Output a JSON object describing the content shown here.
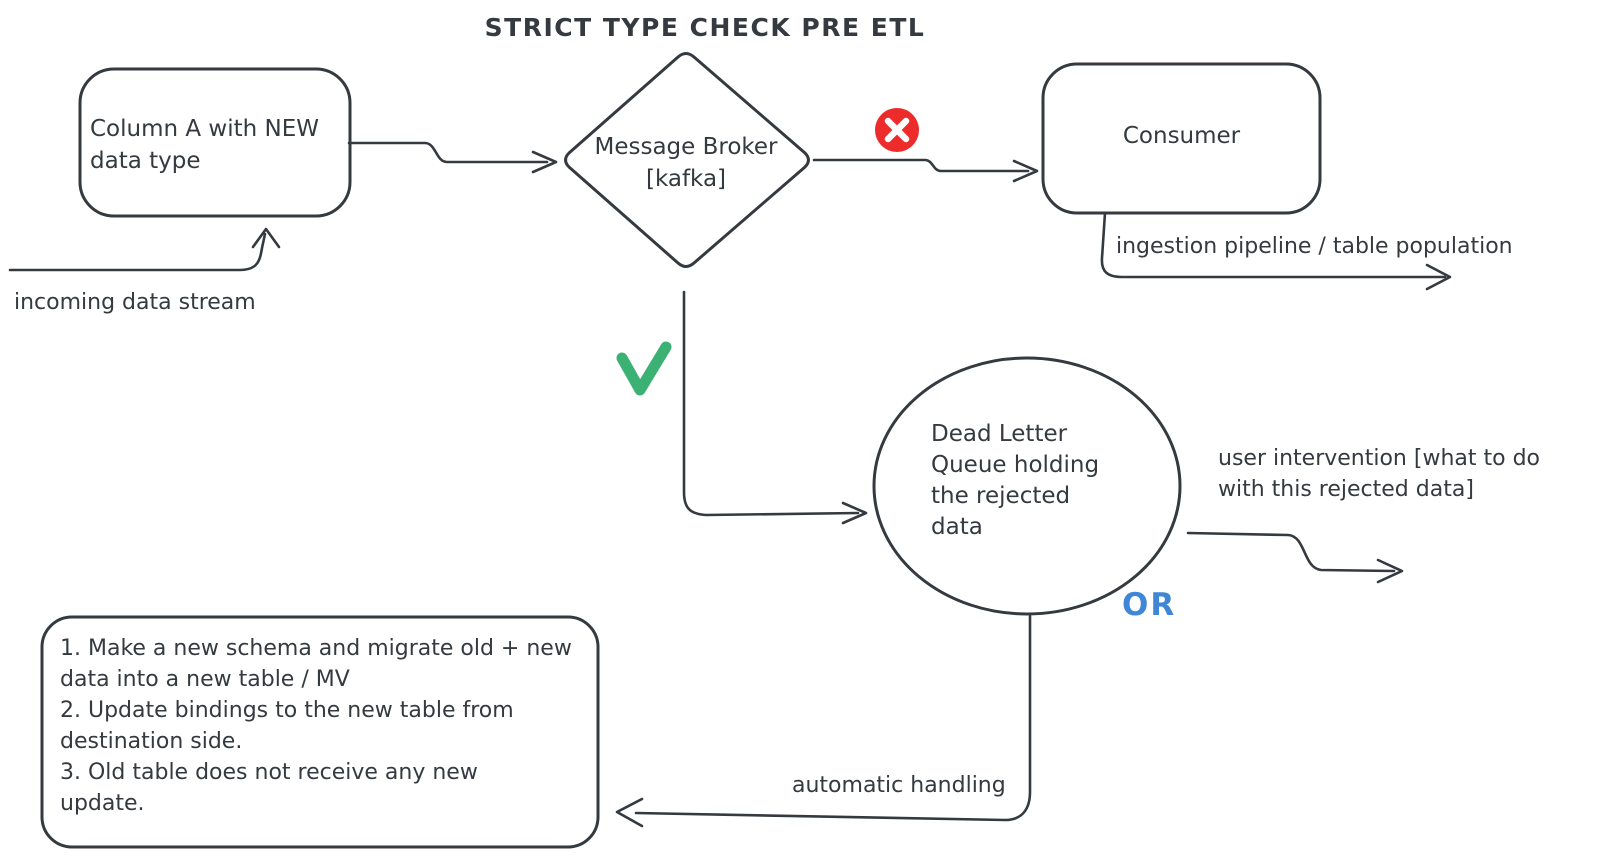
{
  "colors": {
    "stroke": "#343a40",
    "error_red": "#ee2b2b",
    "success_green": "#3bb273",
    "or_blue": "#3f86d6"
  },
  "diagram": {
    "title": "STRICT TYPE CHECK PRE ETL",
    "nodes": {
      "source": {
        "shape": "rounded-rectangle",
        "label": "Column A with NEW\ndata type"
      },
      "broker": {
        "shape": "diamond",
        "label": "Message Broker\n[kafka]"
      },
      "consumer": {
        "shape": "rounded-rectangle",
        "label": "Consumer"
      },
      "dead_letter_queue": {
        "shape": "ellipse",
        "label": "Dead Letter\nQueue holding\nthe rejected\ndata"
      },
      "remediation_steps": {
        "shape": "rounded-rectangle",
        "label": "1. Make a new schema and migrate old + new\ndata into a new table / MV\n2. Update bindings to the new table from\ndestination side.\n3. Old table does not receive any new\nupdate."
      }
    },
    "edges": {
      "incoming": {
        "label": "incoming data stream"
      },
      "rejected_to_consumer": {
        "icon": "error-cross-icon"
      },
      "ingestion": {
        "label": "ingestion pipeline / table population"
      },
      "accepted_to_dlq": {
        "icon": "checkmark-icon"
      },
      "user_intervention": {
        "label": "user intervention [what to do\nwith this rejected data]"
      },
      "or_connector": {
        "label": "OR"
      },
      "automatic_handling": {
        "label": "automatic handling"
      }
    }
  }
}
